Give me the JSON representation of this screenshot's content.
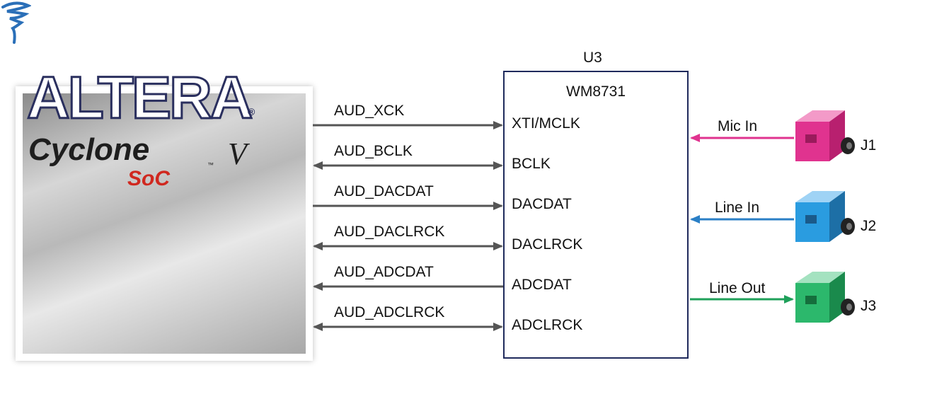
{
  "fpga": {
    "brand": "ALTERA",
    "registered_mark": "®",
    "product": "Cyclone",
    "trademark": "™",
    "variant": "V",
    "sub": "SoC"
  },
  "codec": {
    "ref": "U3",
    "part": "WM8731",
    "pins": [
      "XTI/MCLK",
      "BCLK",
      "DACDAT",
      "DACLRCK",
      "ADCDAT",
      "ADCLRCK"
    ]
  },
  "signals": [
    {
      "label": "AUD_XCK",
      "direction": "to-codec"
    },
    {
      "label": "AUD_BCLK",
      "direction": "bidirectional"
    },
    {
      "label": "AUD_DACDAT",
      "direction": "to-codec"
    },
    {
      "label": "AUD_DACLRCK",
      "direction": "bidirectional"
    },
    {
      "label": "AUD_ADCDAT",
      "direction": "to-fpga"
    },
    {
      "label": "AUD_ADCLRCK",
      "direction": "bidirectional"
    }
  ],
  "jacks": [
    {
      "label": "Mic In",
      "ref": "J1",
      "direction": "to-codec",
      "color": "#e0338f"
    },
    {
      "label": "Line In",
      "ref": "J2",
      "direction": "to-codec",
      "color": "#2a7fc6"
    },
    {
      "label": "Line Out",
      "ref": "J3",
      "direction": "to-jack",
      "color": "#1fa05a"
    }
  ],
  "colors": {
    "wire": "#555555",
    "box_border": "#1f2a5c",
    "brand_outline": "#2a2f5e",
    "soc_red": "#d0281f"
  }
}
